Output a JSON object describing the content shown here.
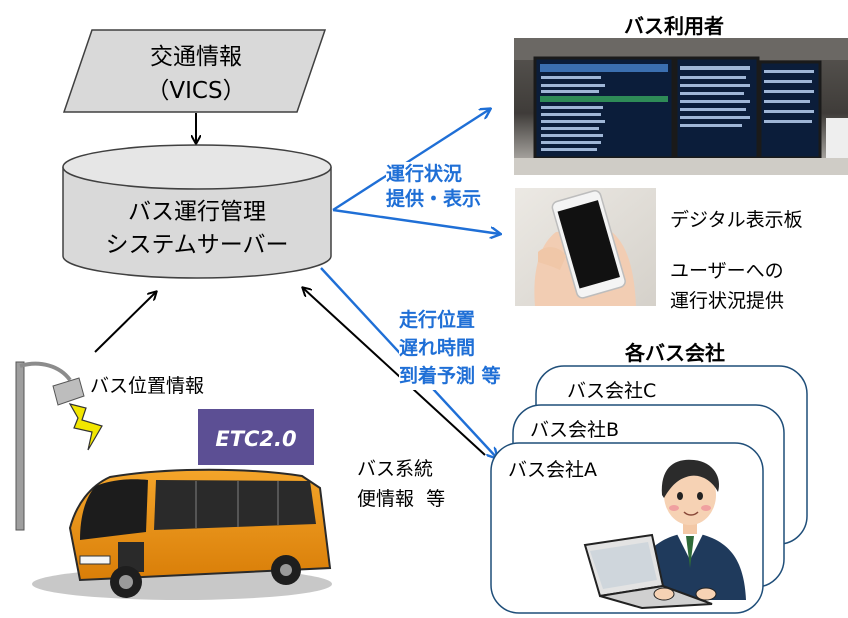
{
  "traffic_info": {
    "line1": "交通情報",
    "line2": "（VICS）"
  },
  "server": {
    "line1": "バス運行管理",
    "line2": "システムサーバー"
  },
  "bus_users": {
    "title": "バス利用者"
  },
  "operation_status": {
    "line1": "運行状況",
    "line2": "提供・表示"
  },
  "digital_sign": "デジタル表示板",
  "user_info": {
    "line1": "ユーザーへの",
    "line2": "運行状況提供"
  },
  "realtime_info": {
    "line1": "走行位置",
    "line2": "遅れ時間",
    "line3": "到着予測 等"
  },
  "bus_companies": {
    "title": "各バス会社",
    "company_c": "バス会社C",
    "company_b": "バス会社B",
    "company_a": "バス会社A"
  },
  "bus_location": "バス位置情報",
  "etc_logo": "ETC2.0",
  "route_info": {
    "line1": "バス系統",
    "line2": "便情報  等"
  },
  "colors": {
    "accent_blue": "#1f6fd6",
    "shape_fill": "#d9d9d9",
    "bus_orange": "#e8900f",
    "etc_purple": "#5c4f94",
    "lightning_yellow": "#f2e600"
  }
}
